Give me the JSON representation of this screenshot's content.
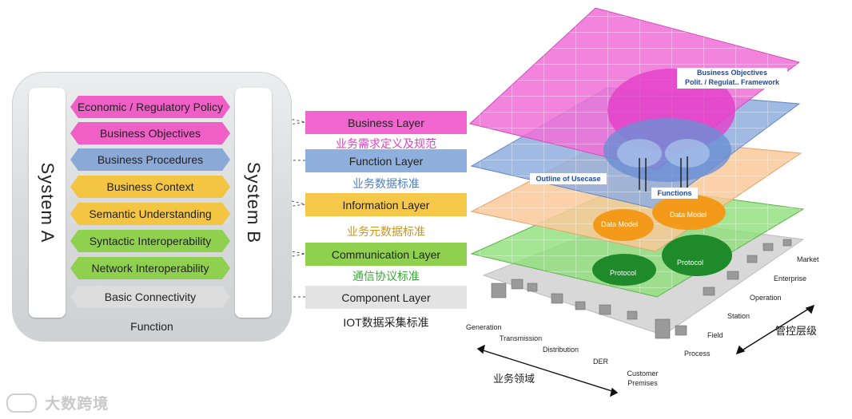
{
  "left_panel": {
    "system_a": "System A",
    "system_b": "System B",
    "function_label": "Function",
    "items": [
      {
        "label": "Economic / Regulatory Policy",
        "color": "#ef5fc6"
      },
      {
        "label": "Business Objectives",
        "color": "#ef5fc6"
      },
      {
        "label": "Business Procedures",
        "color": "#8aa9d6"
      },
      {
        "label": "Business Context",
        "color": "#f4c542"
      },
      {
        "label": "Semantic Understanding",
        "color": "#f4c542"
      },
      {
        "label": "Syntactic Interoperability",
        "color": "#8fd14f"
      },
      {
        "label": "Network Interoperability",
        "color": "#8fd14f"
      },
      {
        "label": "Basic Connectivity",
        "color": "#dcdcdc"
      }
    ]
  },
  "layers": [
    {
      "label": "Business Layer",
      "color": "#f165cf",
      "cn": "业务需求定义及规范",
      "cn_color": "#e040c0"
    },
    {
      "label": "Function Layer",
      "color": "#8fb0dc",
      "cn": "业务数据标准",
      "cn_color": "#4f7fc0"
    },
    {
      "label": "Information Layer",
      "color": "#f6c84a",
      "cn": "业务元数据标准",
      "cn_color": "#c9961e"
    },
    {
      "label": "Communication Layer",
      "color": "#8fd14f",
      "cn": "通信协议标准",
      "cn_color": "#3aa93a"
    },
    {
      "label": "Component Layer",
      "color": "#e3e3e3",
      "cn": "IOT数据采集标准",
      "cn_color": "#222222"
    }
  ],
  "diagram_3d": {
    "callout_business": [
      "Business Objectives",
      "Polit. / Regulat.. Framework"
    ],
    "callout_usecase": "Outline of Usecase",
    "callout_functions": "Functions",
    "data_model_1": "Data Model",
    "data_model_2": "Data Model",
    "protocol_1": "Protocol",
    "protocol_2": "Protocol",
    "zones": [
      "Market",
      "Enterprise",
      "Operation",
      "Station",
      "Field",
      "Process"
    ],
    "zones_axis_label": "管控层级",
    "domains": [
      "Generation",
      "Transmission",
      "Distribution",
      "DER",
      "Customer Premises"
    ],
    "domains_axis_label": "业务领域"
  },
  "watermark": "大数跨境",
  "colors": {
    "business": "#f165cf",
    "function": "#8fb0dc",
    "information": "#f6c84a",
    "communication": "#8fd14f",
    "component": "#e3e3e3"
  }
}
